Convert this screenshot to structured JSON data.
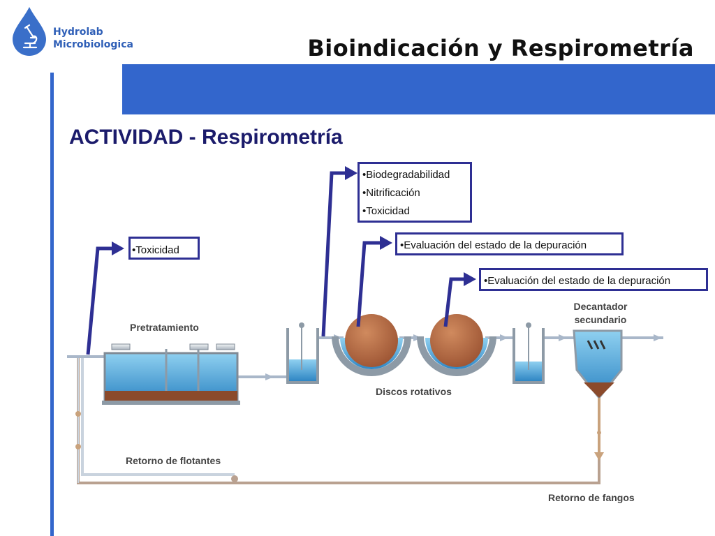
{
  "logo": {
    "line1": "Hydrolab",
    "line2": "Microbiologica"
  },
  "header": {
    "title": "Bioindicación y Respirometría"
  },
  "subtitle": "ACTIVIDAD - Respirometría",
  "callouts": {
    "pretreatment": {
      "items": [
        "•Toxicidad"
      ]
    },
    "inlet_tank": {
      "items": [
        "•Biodegradabilidad",
        "•Nitrificación",
        "•Toxicidad"
      ]
    },
    "disc1": {
      "items": [
        "•Evaluación del estado de la depuración"
      ]
    },
    "disc2": {
      "items": [
        "•Evaluación del estado de la depuración"
      ]
    }
  },
  "labels": {
    "pretratamiento": "Pretratamiento",
    "discos": "Discos rotativos",
    "decantador_1": "Decantador",
    "decantador_2": "secundario",
    "retorno_flotantes": "Retorno de flotantes",
    "retorno_fangos": "Retorno de fangos"
  },
  "colors": {
    "accent": "#3366cc",
    "callout_border": "#2e2f93",
    "water": "#5aa9d6",
    "sludge": "#8b4a2b",
    "disc": "#b5673f",
    "pipe": "#a9b7c9",
    "return_pipe": "#b9a190"
  }
}
